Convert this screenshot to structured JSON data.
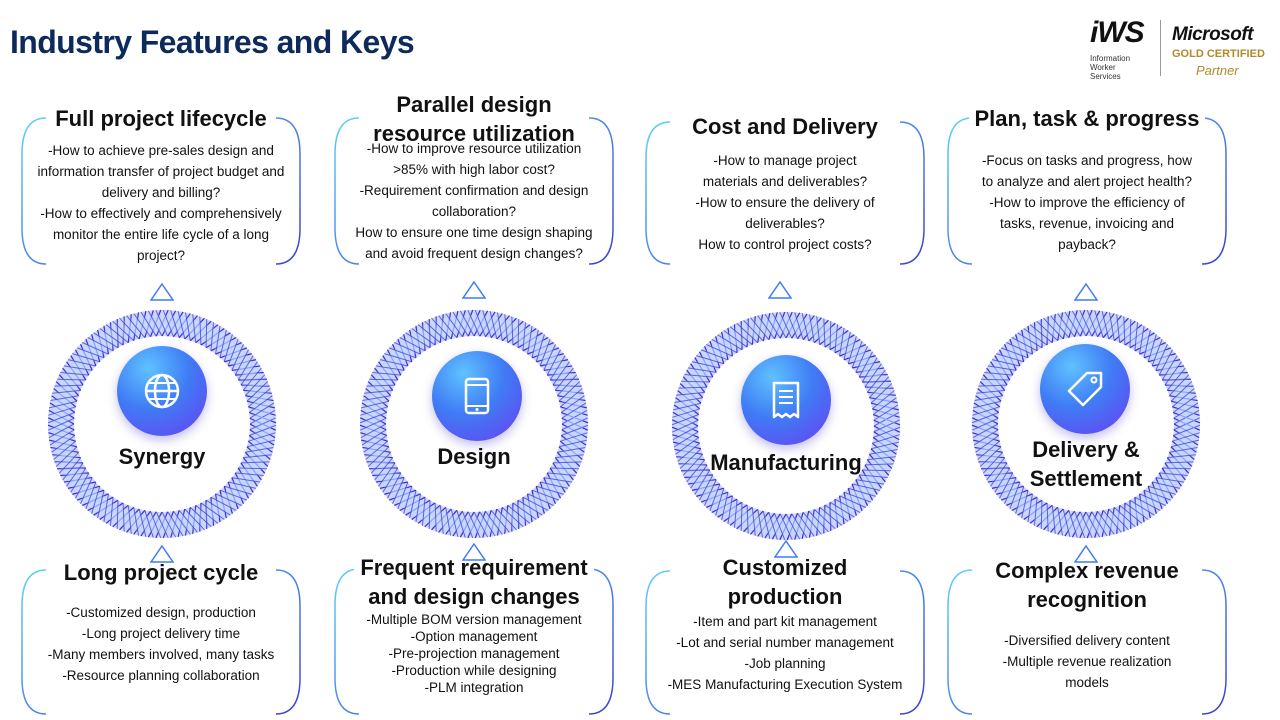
{
  "page": {
    "title": "Industry Features and Keys"
  },
  "logo": {
    "brand": "iWS",
    "subtitle_lines": [
      "Information",
      "Worker",
      "Services"
    ],
    "partner_name": "Microsoft",
    "certification": "GOLD CERTIFIED",
    "partner_label": "Partner"
  },
  "columns": [
    {
      "pillar": "Synergy",
      "icon": "globe-icon",
      "top": {
        "title_lines": [
          "Full project lifecycle"
        ],
        "lines": [
          "-How to achieve pre-sales design and",
          "information transfer of project budget and",
          "delivery and billing?",
          "-How to effectively and comprehensively",
          "monitor the entire life cycle of a long",
          "project?"
        ]
      },
      "bottom": {
        "title_lines": [
          "Long project cycle"
        ],
        "lines": [
          "-Customized design, production",
          "-Long project delivery time",
          "-Many members involved, many tasks",
          "-Resource planning collaboration"
        ]
      }
    },
    {
      "pillar": "Design",
      "icon": "tablet-icon",
      "top": {
        "title_lines": [
          "Parallel design",
          "resource utilization"
        ],
        "lines": [
          "-How to improve resource utilization",
          ">85% with high labor cost?",
          "-Requirement confirmation and design",
          "collaboration?",
          "How to ensure one time design shaping",
          "and avoid frequent design changes?"
        ]
      },
      "bottom": {
        "title_lines": [
          "Frequent requirement",
          "and design changes"
        ],
        "lines": [
          "-Multiple BOM version management",
          "-Option management",
          "-Pre-projection management",
          "-Production while designing",
          "-PLM integration"
        ]
      }
    },
    {
      "pillar": "Manufacturing",
      "icon": "receipt-icon",
      "top": {
        "title_lines": [
          "Cost and Delivery"
        ],
        "lines": [
          "-How to manage project",
          "materials and deliverables?",
          "-How to ensure the delivery of",
          "deliverables?",
          "How to control project costs?"
        ]
      },
      "bottom": {
        "title_lines": [
          "Customized",
          "production"
        ],
        "lines": [
          "-Item and part kit management",
          "-Lot and serial number management",
          "-Job planning",
          "-MES Manufacturing Execution System"
        ]
      }
    },
    {
      "pillar_lines": [
        "Delivery &",
        "Settlement"
      ],
      "icon": "tag-icon",
      "top": {
        "title_lines": [
          "Plan, task & progress"
        ],
        "lines": [
          "-Focus on tasks and progress, how",
          "to analyze and alert project health?",
          "-How to improve the efficiency of",
          "tasks, revenue, invoicing and",
          "payback?"
        ]
      },
      "bottom": {
        "title_lines": [
          "Complex revenue",
          "recognition"
        ],
        "lines": [
          "-Diversified delivery content",
          "-Multiple revenue realization",
          "models"
        ]
      }
    }
  ],
  "colors": {
    "title": "#0d2a5c",
    "frame_start": "#5fd0ff",
    "frame_end": "#3b3fd0",
    "ring_dark": "#3a2fc8",
    "ring_light": "#7fa7ff"
  }
}
